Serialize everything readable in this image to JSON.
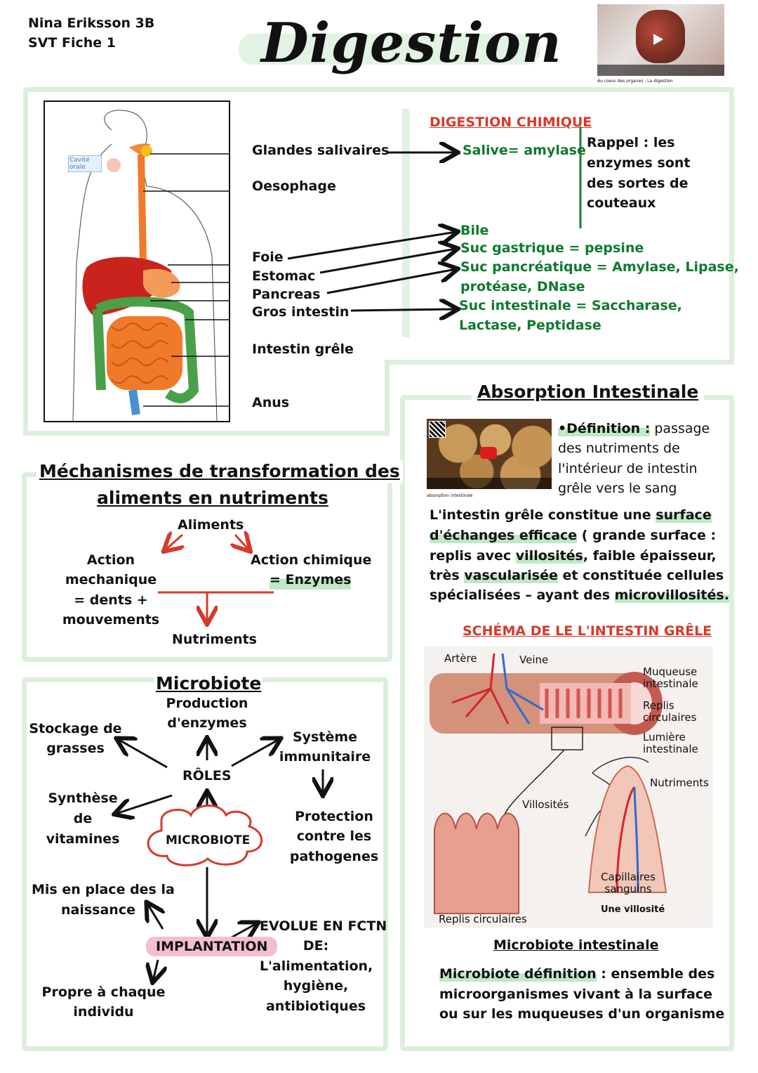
{
  "header": {
    "student": "Nina Eriksson 3B",
    "sheet": "SVT Fiche 1",
    "title": "Digestion",
    "video_caption": "Au coeur des organes : La digestion"
  },
  "anatomy": {
    "oral_label": "Cavité orale",
    "organs": [
      "Glandes salivaires",
      "Oesophage",
      "Foie",
      "Estomac",
      "Pancreas",
      "Gros intestin",
      "Intestin grêle",
      "Anus"
    ]
  },
  "chemical": {
    "title": "DIGESTION CHIMIQUE",
    "saliva": "Salive= amylase",
    "reminder": [
      "Rappel : les",
      "enzymes sont",
      "des sortes  de",
      "couteaux"
    ],
    "juices": [
      "Bile",
      "Suc gastrique = pepsine",
      "Suc pancréatique = Amylase, Lipase,",
      "protéase, DNase",
      "Suc intestinale = Saccharase,",
      "Lactase, Peptidase"
    ]
  },
  "mechanisms": {
    "title_line1": "Méchanismes de transformation des",
    "title_line2": "aliments en nutriments",
    "aliments": "Aliments",
    "mech": [
      "Action",
      "mechanique",
      "= dents +",
      "mouvements"
    ],
    "chem": [
      "Action chimique",
      "= Enzymes"
    ],
    "result": "Nutriments"
  },
  "microbiote": {
    "title": "Microbiote",
    "roles": "RÔLES",
    "center": "MICROBIOTE",
    "production": [
      "Production",
      "d'enzymes"
    ],
    "storage": [
      "Stockage de",
      "grasses"
    ],
    "immune": [
      "Système",
      "immunitaire"
    ],
    "protection": [
      "Protection",
      "contre les",
      "pathogenes"
    ],
    "vitamins": [
      "Synthèse",
      "de",
      "vitamines"
    ],
    "implantation": "IMPLANTATION",
    "birth": [
      "Mis en place des la",
      "naissance"
    ],
    "evolves": [
      "EVOLUE EN FCTN",
      "DE:",
      "L'alimentation,",
      "hygiène,",
      "antibiotiques"
    ],
    "unique": [
      "Propre à chaque",
      "individu"
    ]
  },
  "absorption": {
    "title": "Absorption Intestinale",
    "video_caption": "absorption intestinale",
    "def_label": "•Définition :",
    "def_rest": " passage",
    "def_lines": [
      "des nutriments de",
      "l'intérieur de intestin",
      "grêle vers le sang"
    ],
    "para": [
      [
        "L'intestin grêle constitue une ",
        "surface"
      ],
      [
        "d'échanges efficace",
        " ( grande surface :"
      ],
      [
        "replis avec ",
        "villosités",
        ", faible épaisseur,"
      ],
      [
        "très ",
        "vascularisée",
        " et constituée cellules"
      ],
      [
        "spécialisées – ayant des ",
        "microvillosités."
      ]
    ],
    "schema_title": "SCHÉMA DE LE L'INTESTIN GRÊLE",
    "schema_labels": [
      "Artère",
      "Veine",
      "Muqueuse intestinale",
      "Replis circulaires",
      "Lumière intestinale",
      "Nutriments",
      "Villosités",
      "Capillaires sanguins",
      "Une villosité",
      "Replis circulaires"
    ]
  },
  "microbiote_intestinal": {
    "title": "Microbiote intestinale",
    "lines": [
      [
        "Microbiote définition",
        " : ensemble des"
      ],
      [
        "microorganismes vivant à la surface"
      ],
      [
        "ou sur les muqueuses d'un organisme"
      ]
    ]
  },
  "colors": {
    "frame": "#dcefdc",
    "green_text": "#0f7a2e",
    "red_text": "#d63a2a",
    "highlight_green": "#bfe8c6",
    "highlight_pink": "#f3bfd0"
  }
}
